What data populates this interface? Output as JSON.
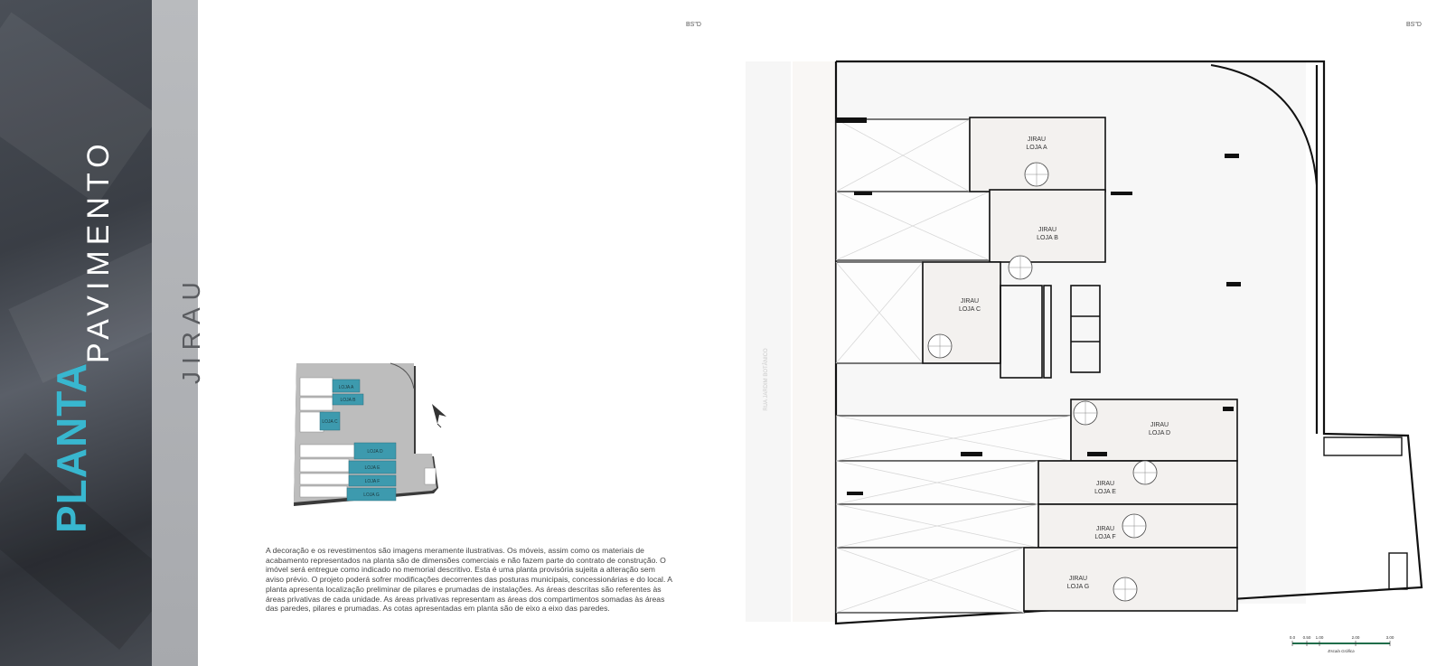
{
  "cover": {
    "title_main": "PLANTA",
    "title_sub": "PAVIMENTO",
    "floor_name": "JIRAU"
  },
  "header": {
    "logo_left": "BS\"D",
    "logo_right": "BS\"D"
  },
  "disclaimer": "A decoração e os revestimentos são imagens meramente ilustrativas. Os móveis, assim como os materiais de acabamento representados na planta são de dimensões comerciais e não fazem parte do contrato de construção. O imóvel será entregue como indicado no memorial descritivo. Esta é uma planta provisória sujeita a alteração sem aviso prévio. O projeto poderá sofrer modificações decorrentes das posturas municipais, concessionárias e do local. A planta apresenta localização preliminar de pilares e prumadas de instalações. As áreas descritas são referentes às áreas privativas de cada unidade. As áreas privativas representam as áreas dos compartimentos somadas às áreas das paredes, pilares e prumadas. As cotas apresentadas em planta são de eixo a eixo das paredes.",
  "keymap": {
    "units": [
      "LOJA A",
      "LOJA B",
      "LOJA C",
      "LOJA D",
      "LOJA E",
      "LOJA F",
      "LOJA G"
    ],
    "highlight_color": "#3d9aae"
  },
  "plan": {
    "street": "RUA JARDIM BOTÂNICO",
    "units": [
      {
        "line1": "JIRAU",
        "line2": "LOJA A"
      },
      {
        "line1": "JIRAU",
        "line2": "LOJA B"
      },
      {
        "line1": "JIRAU",
        "line2": "LOJA C"
      },
      {
        "line1": "JIRAU",
        "line2": "LOJA D"
      },
      {
        "line1": "JIRAU",
        "line2": "LOJA E"
      },
      {
        "line1": "JIRAU",
        "line2": "LOJA F"
      },
      {
        "line1": "JIRAU",
        "line2": "LOJA G"
      }
    ]
  },
  "scale": {
    "ticks": [
      "0.0",
      "0.50",
      "1.00",
      "2.00",
      "3.00"
    ],
    "caption": "Escala Gráfica"
  }
}
